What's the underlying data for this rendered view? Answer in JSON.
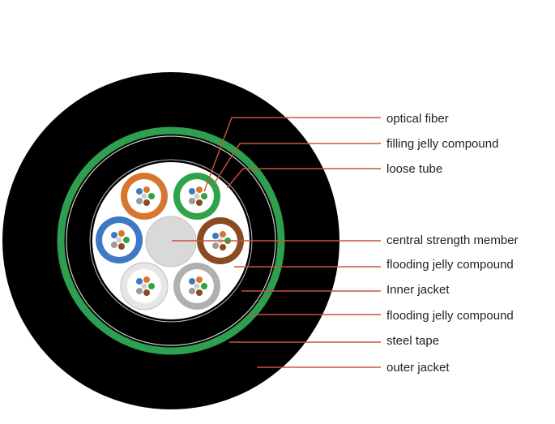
{
  "labels": {
    "optical_fiber": "optical fiber",
    "filling_jelly_compound": "filling jelly compound",
    "loose_tube": "loose tube",
    "central_strength_member": "central strength member",
    "flooding_jelly_compound_1": "flooding jelly compound",
    "inner_jacket": "Inner jacket",
    "flooding_jelly_compound_2": "flooding jelly compound",
    "steel_tape": "steel tape",
    "outer_jacket": "outer jacket"
  },
  "colors": {
    "outer_jacket": "#000000",
    "steel_tape": "#2e9e4f",
    "inner_jacket": "#000000",
    "core_background": "#ffffff",
    "central_strength_member": "#d9d9d9",
    "leader_line": "#c8553a",
    "tube_orange": "#d8752e",
    "tube_green": "#2fa34a",
    "tube_brown": "#8a4a22",
    "tube_blue": "#3f79c4",
    "tube_white": "#e6e6e6",
    "tube_gray": "#b0b0b0"
  }
}
